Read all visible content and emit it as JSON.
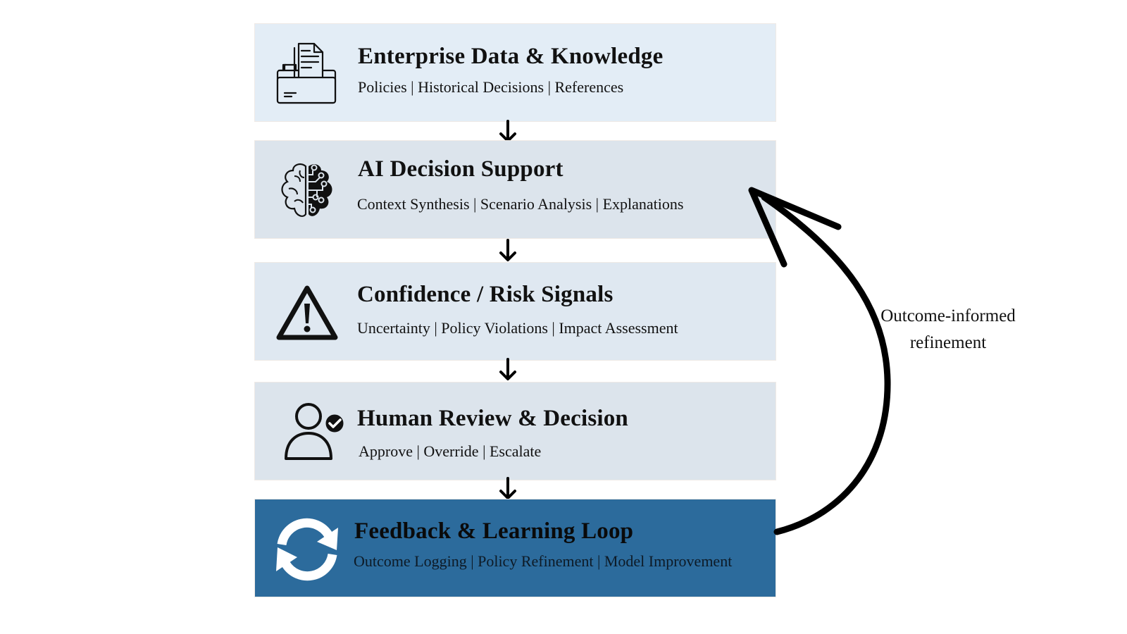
{
  "layers": [
    {
      "title": "Enterprise Data & Knowledge",
      "subtitle": "Policies | Historical Decisions | References",
      "icon": "folder-document-icon",
      "background": "#e3edf6"
    },
    {
      "title": "AI Decision Support",
      "subtitle": "Context Synthesis | Scenario Analysis | Explanations",
      "icon": "brain-circuit-icon",
      "background": "#dce4ec"
    },
    {
      "title": "Confidence / Risk Signals",
      "subtitle": "Uncertainty | Policy Violations | Impact Assessment",
      "icon": "warning-triangle-icon",
      "background": "#dfe8f1"
    },
    {
      "title": "Human Review & Decision",
      "subtitle": "Approve | Override | Escalate",
      "icon": "user-check-icon",
      "background": "#dce4ec"
    },
    {
      "title": "Feedback & Learning Loop",
      "subtitle": "Outcome Logging | Policy Refinement | Model Improvement",
      "icon": "refresh-cycle-icon",
      "background": "#2c6b9c"
    }
  ],
  "feedback_arrow": {
    "label_line1": "Outcome-informed",
    "label_line2": "refinement",
    "from": "Feedback & Learning Loop",
    "to": "AI Decision Support"
  }
}
